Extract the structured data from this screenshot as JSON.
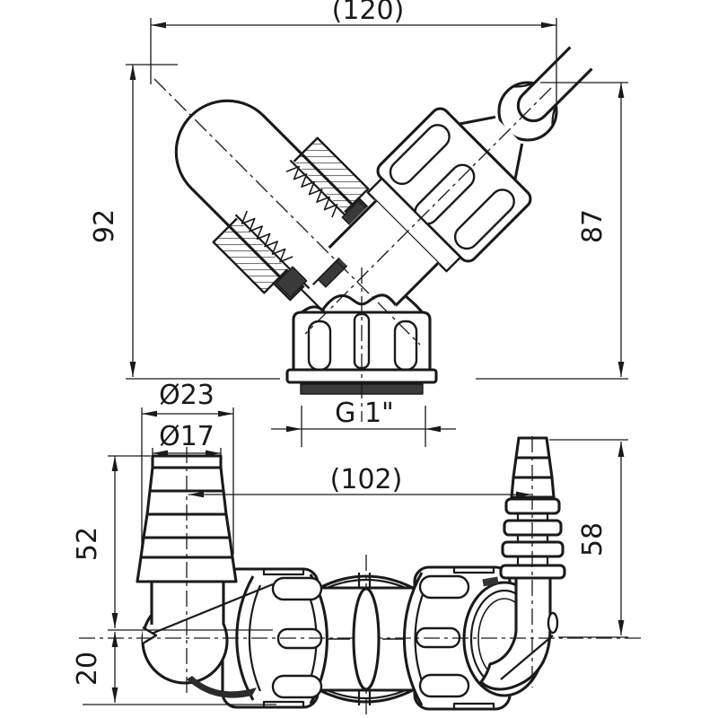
{
  "drawing": {
    "kind": "technical dimension drawing",
    "subject": "Y-shaped twin hose connector fitting shown in two views",
    "colors": {
      "line": "#1a1a1a",
      "background": "#ffffff",
      "seal_fill": "#3a3a3a"
    }
  },
  "top_view": {
    "dimensions": {
      "overall_width": "(120)",
      "left_height": "92",
      "right_height": "87",
      "thread_size": "G 1\""
    }
  },
  "bottom_view": {
    "dimensions": {
      "hose_outer_diameter": "Ø23",
      "hose_inner_diameter": "Ø17",
      "overall_length": "(102)",
      "left_barb_height": "52",
      "elbow_drop": "20",
      "right_barb_height": "58"
    }
  }
}
